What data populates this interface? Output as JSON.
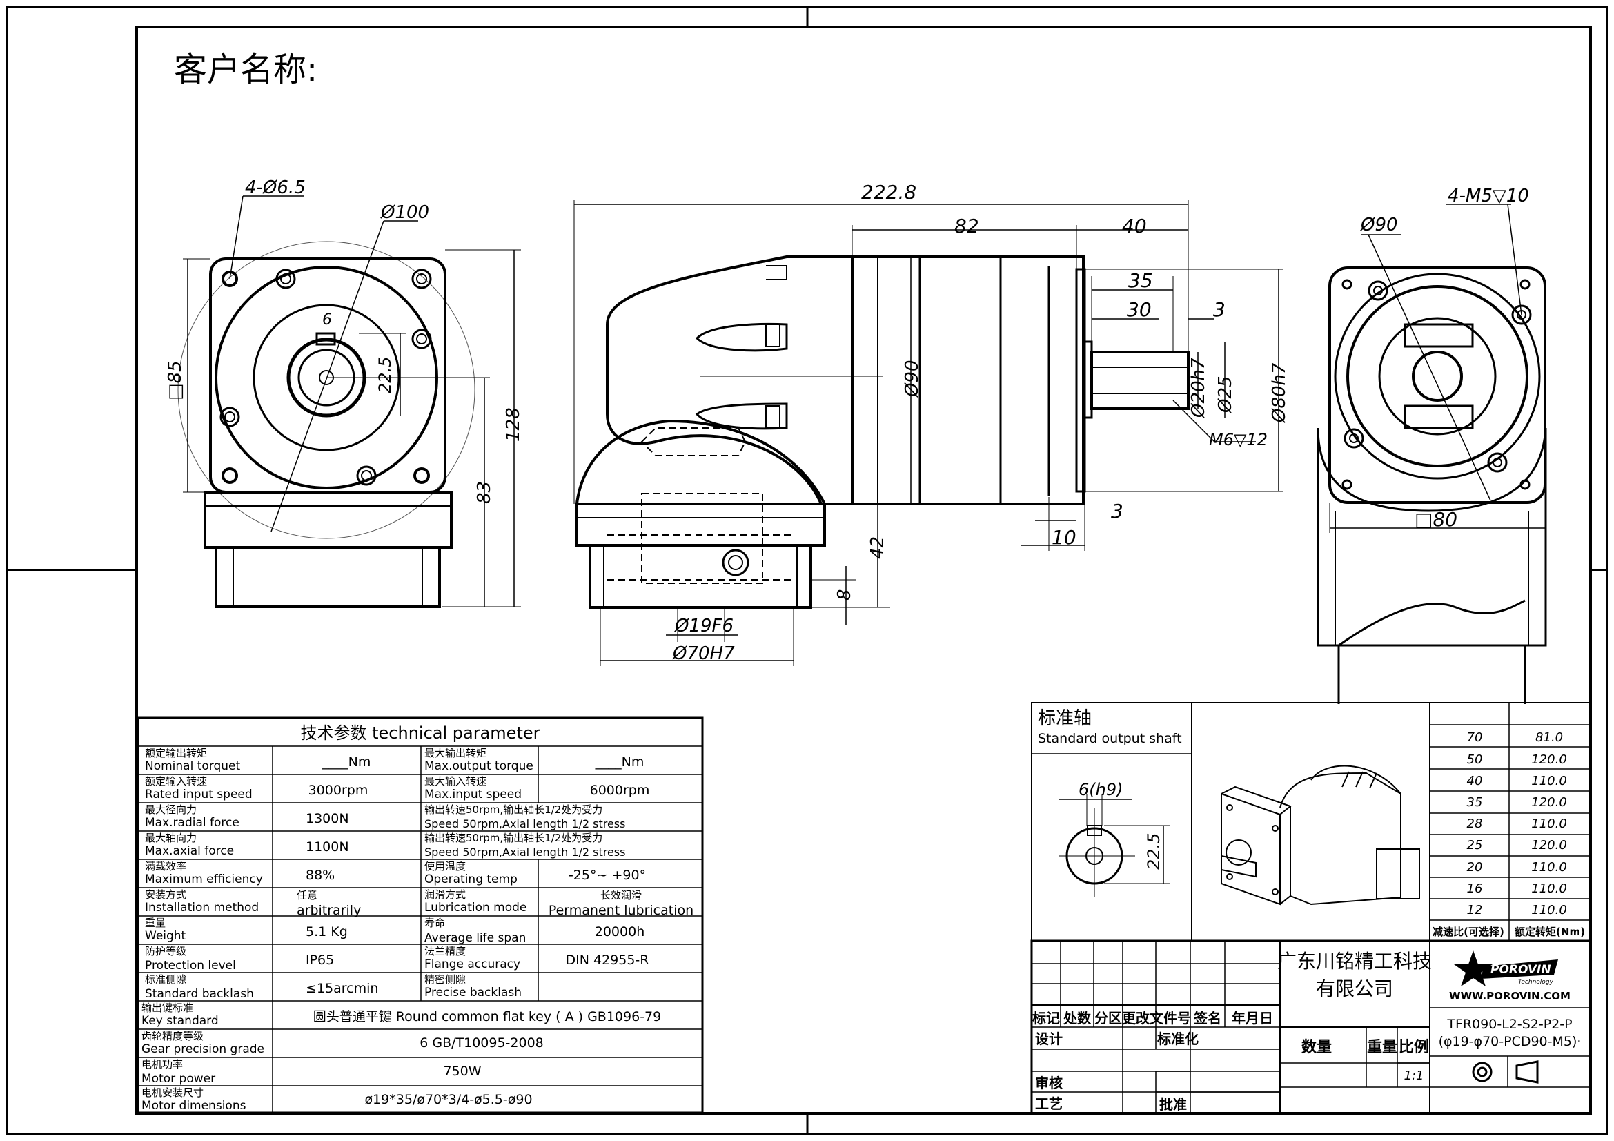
{
  "header": {
    "customer_label": "客户名称:"
  },
  "dimensions": {
    "front": {
      "holes": "4-Ø6.5",
      "pcd": "Ø100",
      "square": "□85",
      "height_total": "128",
      "height_center": "83",
      "key_width": "6",
      "key_height": "22.5"
    },
    "side": {
      "overall": "222.8",
      "body": "82",
      "shaft_len": "40",
      "len35": "35",
      "len30": "30",
      "len3a": "3",
      "d20": "Ø20h7",
      "d25": "Ø25",
      "d80": "Ø80h7",
      "d90": "Ø90",
      "thread": "M6▽12",
      "len3b": "3",
      "len10": "10",
      "h42": "42",
      "h8": "8",
      "d19": "Ø19F6",
      "d70": "Ø70H7"
    },
    "rear": {
      "holes": "4-M5▽10",
      "pcd": "Ø90",
      "square": "□80"
    }
  },
  "tech_table": {
    "title": "技术参数  technical parameter",
    "rows": [
      {
        "l_cn": "额定输出转矩",
        "l_en": "Nominal torquet",
        "l_val": "____Nm",
        "r_cn": "最大输出转矩",
        "r_en": "Max.output torque",
        "r_val": "____Nm"
      },
      {
        "l_cn": "额定输入转速",
        "l_en": "Rated input speed",
        "l_val": "3000rpm",
        "r_cn": "最大输入转速",
        "r_en": "Max.input speed",
        "r_val": "6000rpm"
      },
      {
        "l_cn": "最大径向力",
        "l_en": "Max.radial force",
        "l_val": "1300N",
        "r_cn": "输出转速50rpm,输出轴长1/2处为受力",
        "r_en": "Speed 50rpm,Axial length 1/2 stress",
        "r_val": ""
      },
      {
        "l_cn": "最大轴向力",
        "l_en": "Max.axial force",
        "l_val": "1100N",
        "r_cn": "输出转速50rpm,输出轴长1/2处为受力",
        "r_en": "Speed 50rpm,Axial length 1/2 stress",
        "r_val": ""
      },
      {
        "l_cn": "满载效率",
        "l_en": "Maximum efficiency",
        "l_val": "88%",
        "r_cn": "使用温度",
        "r_en": "Operating temp",
        "r_val": "-25°~ +90°"
      },
      {
        "l_cn": "安装方式",
        "l_en": "Installation method",
        "l_val_cn": "任意",
        "l_val": "arbitrarily",
        "r_cn": "润滑方式",
        "r_en": "Lubrication mode",
        "r_val_cn": "长效润滑",
        "r_val": "Permanent lubrication"
      },
      {
        "l_cn": "重量",
        "l_en": "Weight",
        "l_val": "5.1 Kg",
        "r_cn": "寿命",
        "r_en": "Average life span",
        "r_val": "20000h"
      },
      {
        "l_cn": "防护等级",
        "l_en": "Protection level",
        "l_val": "IP65",
        "r_cn": "法兰精度",
        "r_en": "Flange accuracy",
        "r_val": "DIN 42955-R"
      },
      {
        "l_cn": "标准侧隙",
        "l_en": "Standard backlash",
        "l_val": "≤15arcmin",
        "r_cn": "精密侧隙",
        "r_en": "Precise backlash",
        "r_val": ""
      }
    ],
    "wide_rows": [
      {
        "cn": "输出键标准",
        "en": "Key standard",
        "val": "圆头普通平键 Round common flat key ( A ) GB1096-79"
      },
      {
        "cn": "齿轮精度等级",
        "en": "Gear precision grade",
        "val": "6 GB/T10095-2008"
      },
      {
        "cn": "电机功率",
        "en": "Motor power",
        "val": "750W"
      },
      {
        "cn": "电机安装尺寸",
        "en": "Motor   dimensions",
        "val": "ø19*35/ø70*3/4-ø5.5-ø90"
      }
    ]
  },
  "shaft_box": {
    "title_cn": "标准轴",
    "title_en": "Standard output shaft",
    "key_dim": "6(h9)",
    "height_dim": "22.5"
  },
  "ratio_table": {
    "rows": [
      [
        "70",
        "81.0"
      ],
      [
        "50",
        "120.0"
      ],
      [
        "40",
        "110.0"
      ],
      [
        "35",
        "120.0"
      ],
      [
        "28",
        "110.0"
      ],
      [
        "25",
        "120.0"
      ],
      [
        "20",
        "110.0"
      ],
      [
        "16",
        "110.0"
      ],
      [
        "12",
        "110.0"
      ]
    ],
    "footer_ratio": "减速比(可选择)",
    "footer_torque": "额定转矩(Nm)"
  },
  "title_block": {
    "company_line1": "广东川铭精工科技",
    "company_line2": "有限公司",
    "logo_text": "POROVIN",
    "logo_sub": "Technology",
    "website": "WWW.POROVIN.COM",
    "part_no_line1": "TFR090-L2-S2-P2-P",
    "part_no_line2": "(φ19-φ70-PCD90-M5)·",
    "rev_headers": [
      "标记",
      "处数",
      "分区",
      "更改文件号",
      "签名",
      "年月日"
    ],
    "design": "设计",
    "standardize": "标准化",
    "review": "审核",
    "process": "工艺",
    "approve": "批准",
    "quantity": "数量",
    "weight": "重量",
    "scale": "比例",
    "scale_value": "1:1"
  }
}
